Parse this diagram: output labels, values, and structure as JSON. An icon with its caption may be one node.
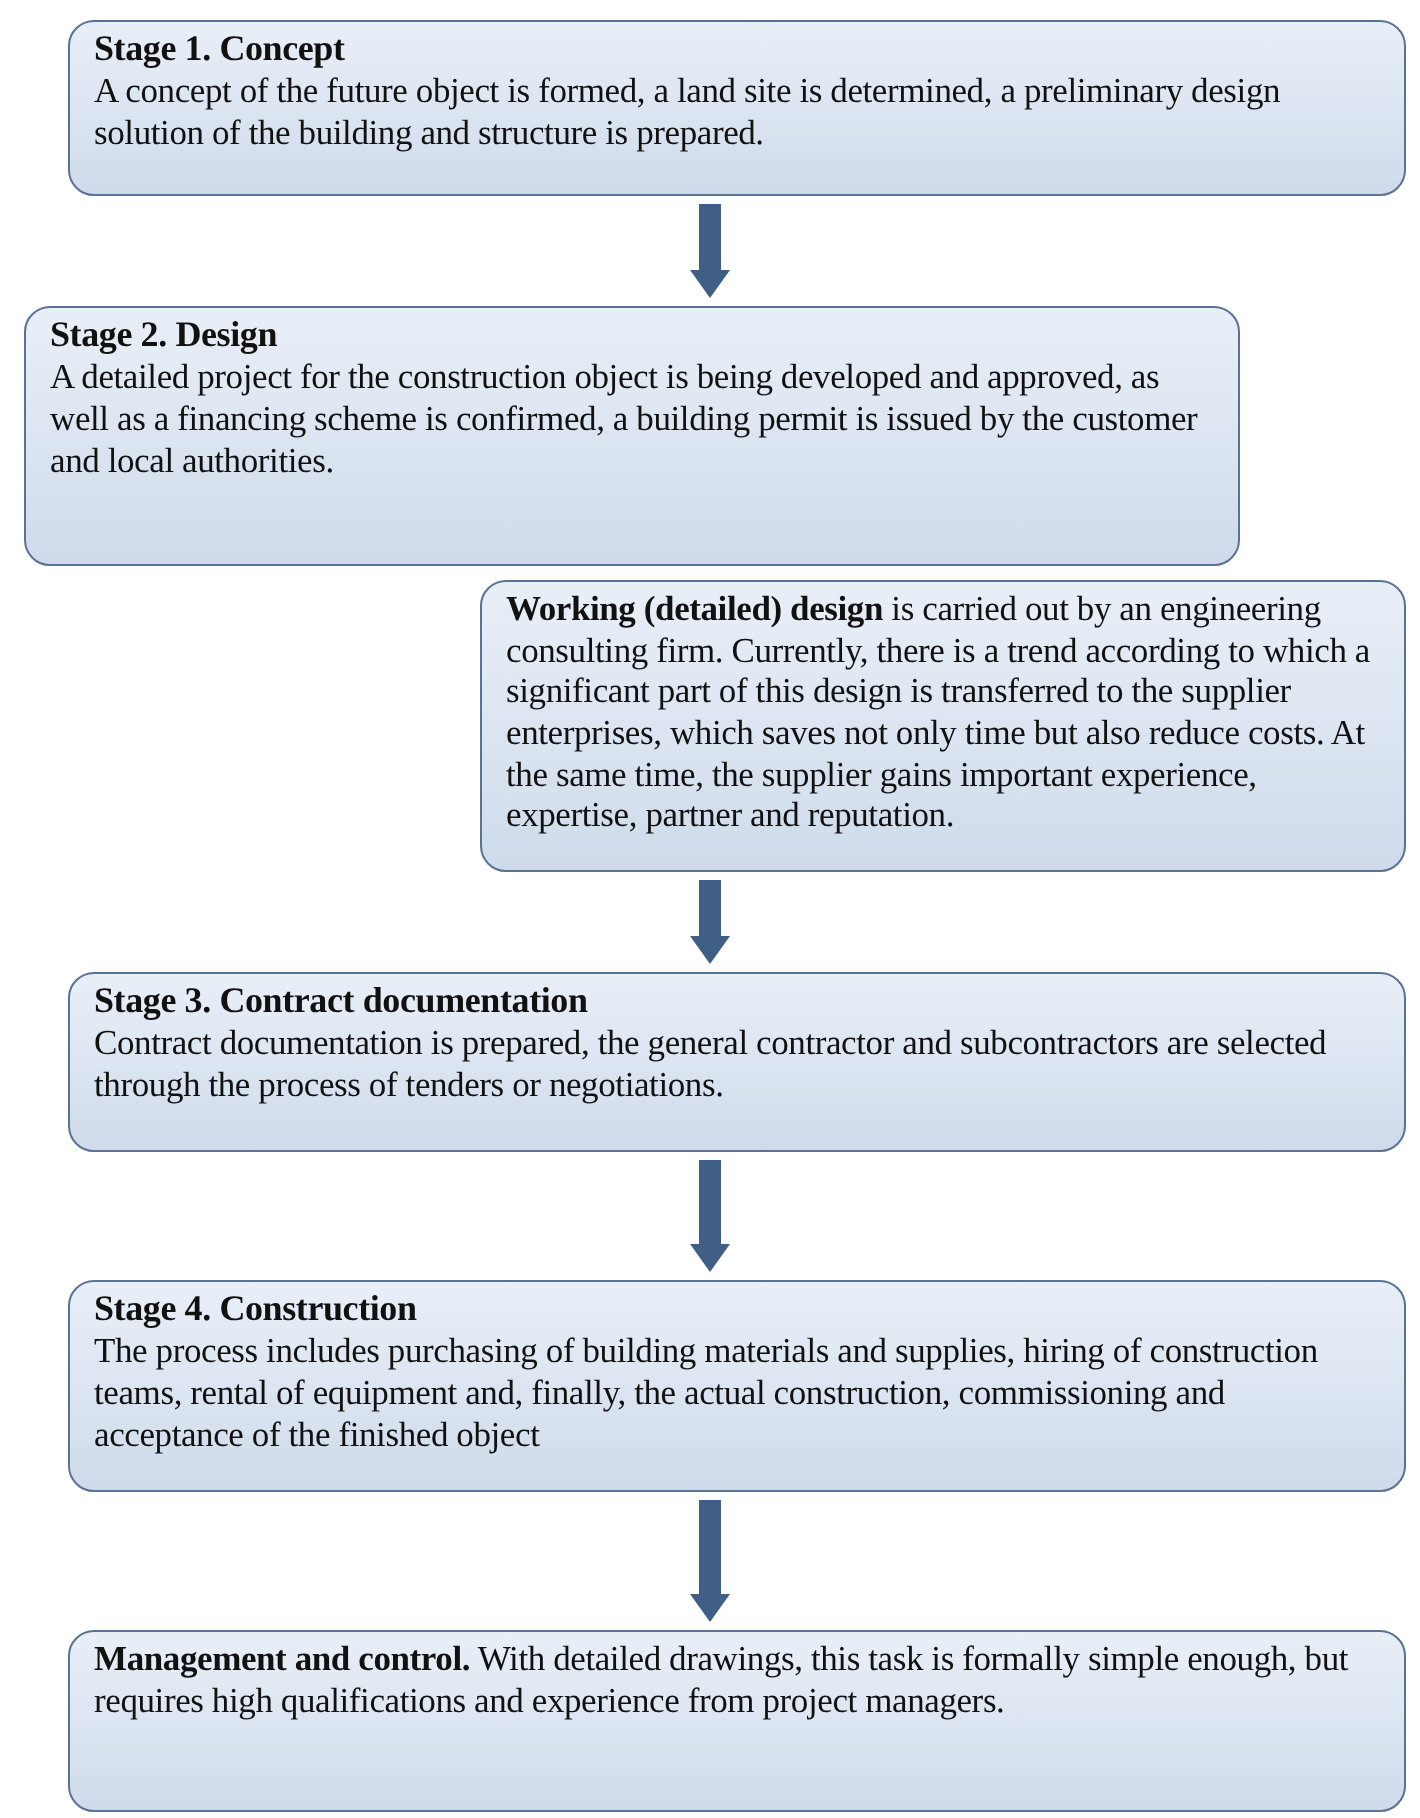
{
  "diagram": {
    "nodes": [
      {
        "text": [
          "Stage 1. Concept",
          "A concept of the future object is formed, a land site is determined, a preliminary design solution of the building and structure is prepared."
        ]
      },
      {
        "text": [
          "Stage 2. Design",
          "A detailed project for the construction object is being developed and approved, as well as a financing scheme is confirmed, a building permit is issued by the customer and local authorities."
        ]
      },
      {
        "text": [
          "**Working (detailed) design** is carried out by an engineering consulting firm. Currently, there is a trend according to which a significant part of this design is transferred to the supplier enterprises, which saves not only time but also reduce costs. At the same time, the supplier gains important experience, expertise, partner and reputation."
        ]
      },
      {
        "text": [
          "Stage 3. Contract documentation",
          "Contract documentation is prepared, the general contractor and subcontractors are selected through the process of tenders or negotiations."
        ]
      },
      {
        "text": [
          "Stage 4. Construction",
          "The process includes purchasing of building materials and supplies, hiring of construction teams, rental of equipment and, finally, the actual construction, commissioning and acceptance of the finished object"
        ]
      },
      {
        "text": [
          "**Management and control.** With detailed drawings, this task is formally simple enough, but requires high qualifications and experience from project managers."
        ]
      }
    ],
    "edges": [
      {
        "from": 0,
        "to": 1,
        "arrow": "to"
      },
      {
        "from": 2,
        "to": 3,
        "arrow": "to"
      },
      {
        "from": 3,
        "to": 4,
        "arrow": "to"
      },
      {
        "from": 4,
        "to": 5,
        "arrow": "to"
      }
    ]
  }
}
